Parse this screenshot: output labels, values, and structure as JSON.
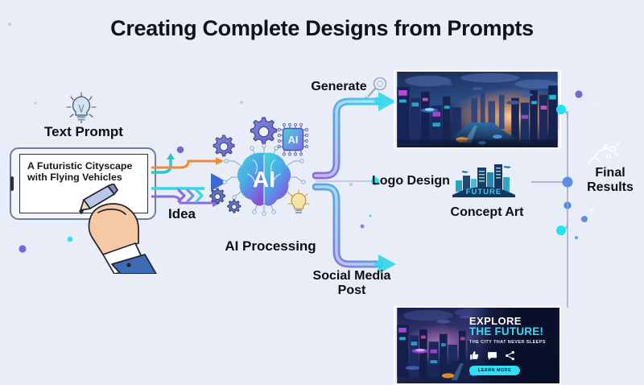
{
  "page": {
    "title": "Creating Complete Designs from Prompts",
    "background_color": "#e9edf7",
    "text_color": "#0d0e12"
  },
  "input": {
    "lightbulb_icon": "lightbulb-icon",
    "label": "Text Prompt",
    "tablet_prompt": "A Futuristic Cityscape\nwith Flying Vehicles",
    "hand_icon": "hand-with-stylus-icon"
  },
  "flow": {
    "idea_label": "Idea",
    "idea_arrow_colors": [
      "#2ec5c5",
      "#f08a3c",
      "#3b68d8",
      "#35d6e8",
      "#8d6bdc"
    ],
    "processing_label": "AI Processing",
    "brain_icon": "ai-brain-icon",
    "brain_text": "AI",
    "chip_icon": "ai-chip-icon",
    "chip_text": "AI",
    "gear_icon": "gear-icon",
    "bulb_icon": "lightbulb-icon",
    "branch_arrow_gradient": [
      "#8d6bdc",
      "#35d6e8"
    ]
  },
  "outputs": [
    {
      "label": "Generate",
      "icon": "magnifier-icon",
      "artwork": "futuristic-cityscape-image"
    },
    {
      "label": "Logo Design",
      "logo_text": "FUTURE",
      "artwork": "city-skyline-logo"
    },
    {
      "label": "Concept Art"
    },
    {
      "label": "Social Media Post",
      "artwork": "social-media-banner-image",
      "headline_1": "EXPLORE",
      "headline_2": "THE FUTURE!",
      "tagline": "THE CITY THAT NEVER SLEEPS",
      "cta_label": "LEARN MORE",
      "social_icons": [
        "thumbs-up-icon",
        "comment-icon",
        "share-icon"
      ],
      "accent_color": "#2fe0f5"
    }
  ],
  "final": {
    "label": "Final\nResults",
    "icon": "results-sparkle-icon",
    "node_color": "#35d6e8",
    "connector_color": "#9aa7c0"
  }
}
